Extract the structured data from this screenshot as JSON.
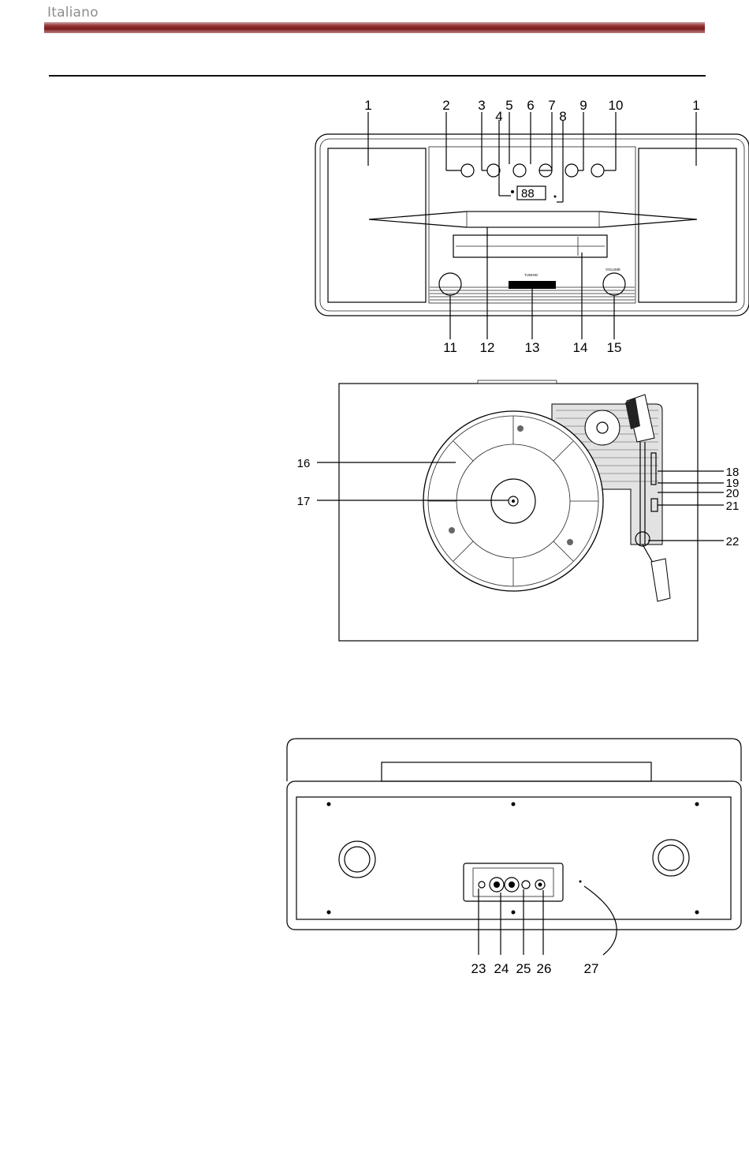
{
  "header": {
    "language": "Italiano",
    "band_color": "#7a1a1a"
  },
  "front_view": {
    "callouts_top": [
      "1",
      "2",
      "3",
      "5",
      "6",
      "7",
      "9",
      "10",
      "1"
    ],
    "callouts_mid": [
      "4",
      "8"
    ],
    "callouts_bottom": [
      "11",
      "12",
      "13",
      "14",
      "15"
    ],
    "panel_labels": {
      "tuning": "TUNING",
      "volume": "VOLUME"
    }
  },
  "top_view": {
    "callouts": [
      "16",
      "17",
      "18",
      "19",
      "20",
      "21",
      "22"
    ]
  },
  "rear_view": {
    "callouts": [
      "23",
      "24",
      "25",
      "26",
      "27"
    ]
  }
}
